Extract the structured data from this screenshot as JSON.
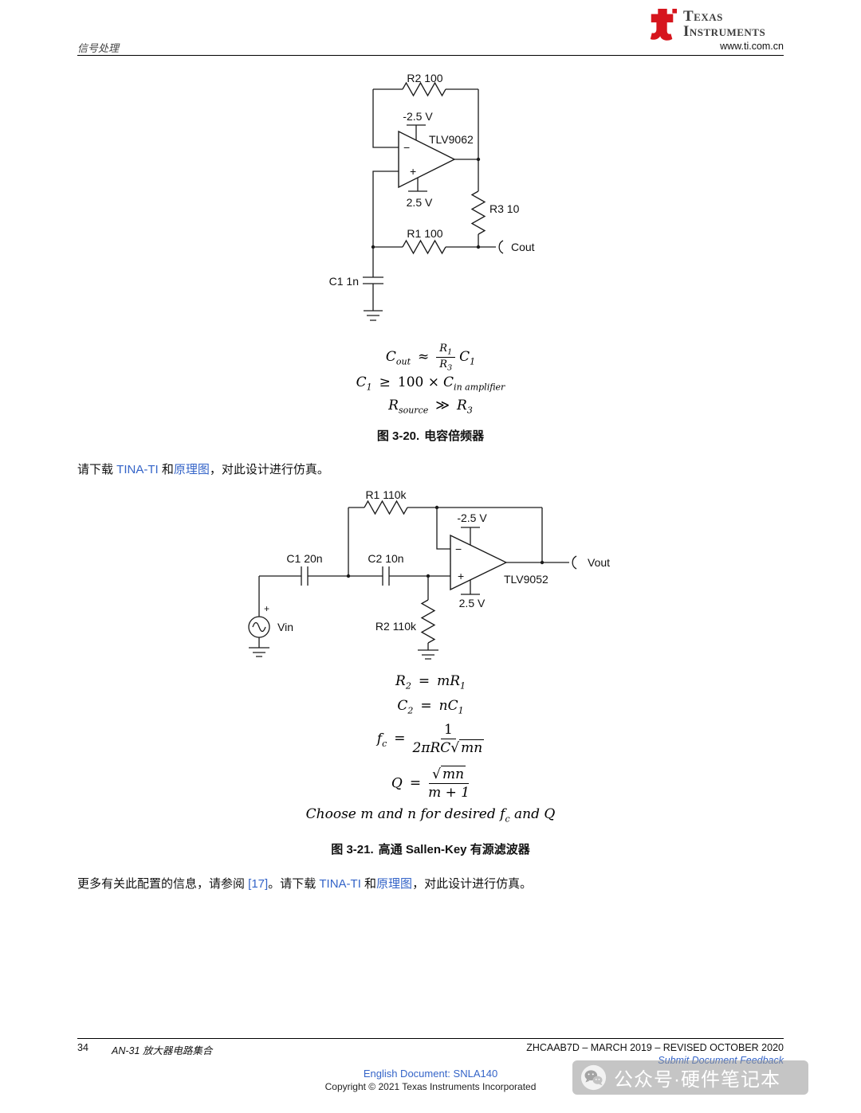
{
  "header": {
    "doc_type": "信号处理",
    "logo_line1": "Texas",
    "logo_line2": "Instruments",
    "website": "www.ti.com.cn"
  },
  "circuit1": {
    "r2": "R2 100",
    "neg_supply": "-2.5 V",
    "part": "TLV9062",
    "pos_supply": "2.5 V",
    "r3": "R3 10",
    "r1": "R1 100",
    "out": "Cout",
    "c1": "C1 1n",
    "minus": "−",
    "plus": "+"
  },
  "math1": {
    "lhs": "C",
    "lhs_sub": "out",
    "rel": "≈",
    "num": "R",
    "num_sub": "1",
    "den": "R",
    "den_sub": "3",
    "rhs": "C",
    "rhs_sub": "1"
  },
  "math2": {
    "lhs": "C",
    "lhs_sub": "1",
    "rel": "≥",
    "coef": "100 ×",
    "rhs": "C",
    "rhs_sub": "in amplifier"
  },
  "math3": {
    "lhs": "R",
    "lhs_sub": "source",
    "rel": "≫",
    "rhs": "R",
    "rhs_sub": "3"
  },
  "fig320": {
    "label": "图 3-20.",
    "title": "电容倍频器"
  },
  "para1": {
    "t1": "请下载 ",
    "link1": "TINA-TI",
    "t2": " 和",
    "link2": "原理图",
    "t3": "，对此设计进行仿真。"
  },
  "circuit2": {
    "r1": "R1 110k",
    "c1": "C1 20n",
    "c2": "C2 10n",
    "neg_supply": "-2.5 V",
    "part": "TLV9052",
    "pos_supply": "2.5 V",
    "r2": "R2 110k",
    "vin": "Vin",
    "vout": "Vout",
    "minus": "−",
    "plus": "+",
    "src_plus": "+"
  },
  "math4": {
    "lhs": "R",
    "lhs_sub": "2",
    "rel": "=",
    "m": "m",
    "rhs": "R",
    "rhs_sub": "1"
  },
  "math5": {
    "lhs": "C",
    "lhs_sub": "2",
    "rel": "=",
    "n": "n",
    "rhs": "C",
    "rhs_sub": "1"
  },
  "math6": {
    "lhs": "f",
    "lhs_sub": "c",
    "rel": "=",
    "num": "1",
    "den_pre": "2πRC",
    "rad": "mn"
  },
  "math7": {
    "lhs": "Q",
    "rel": "=",
    "rad": "mn",
    "den": "m + 1"
  },
  "math8": {
    "t1": "Choose m and n for desired f",
    "sub": "c",
    "t2": " and Q"
  },
  "fig321": {
    "label": "图 3-21.",
    "title": "高通 Sallen-Key 有源滤波器"
  },
  "para2": {
    "t1": "更多有关此配置的信息，请参阅 ",
    "link1": "[17]",
    "t2": "。请下载 ",
    "link2": "TINA-TI",
    "t3": " 和",
    "link3": "原理图",
    "t4": "，对此设计进行仿真。"
  },
  "footer": {
    "page": "34",
    "doc_title": "AN-31 放大器电路集合",
    "doc_code": "ZHCAAB7D – MARCH 2019 – REVISED OCTOBER 2020",
    "feedback": "Submit Document Feedback",
    "english_doc": "English Document: SNLA140",
    "copyright": "Copyright © 2021 Texas Instruments Incorporated"
  },
  "watermark": {
    "text": "公众号·硬件笔记本"
  },
  "colors": {
    "link_blue": "#3464c8",
    "ti_red": "#d6151d"
  }
}
